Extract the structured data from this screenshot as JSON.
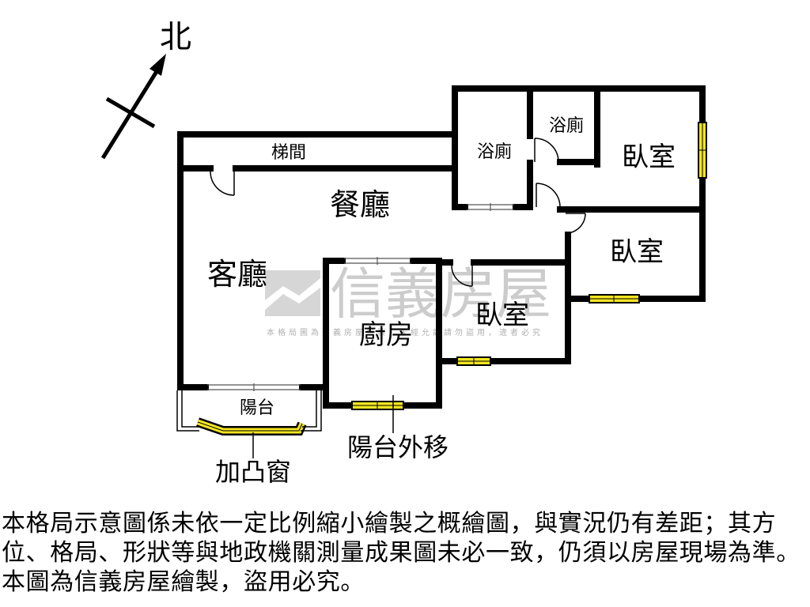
{
  "compass": {
    "north_label": "北"
  },
  "rooms": {
    "stairwell": "梯間",
    "dining": "餐廳",
    "living": "客廳",
    "bathroom_1": "浴廁",
    "bathroom_2": "浴廁",
    "bedroom_1": "臥室",
    "bedroom_2": "臥室",
    "bedroom_3": "臥室",
    "kitchen": "廚房",
    "balcony": "陽台"
  },
  "annotations": {
    "bay_window": "加凸窗",
    "balcony_moved": "陽台外移"
  },
  "watermark": {
    "brand": "信義房屋",
    "notice": "本格局圖為信義房屋繪製，未經允許請勿盜用，違者必究"
  },
  "disclaimer": {
    "lines": [
      "本格局示意圖係未依一定比例縮小繪製之概繪圖，與實況仍有差距；其方",
      "位、格局、形狀等與地政機關測量成果圖未必一致，仍須以房屋現場為準。",
      "本圖為信義房屋繪製，盜用必究。"
    ]
  },
  "colors": {
    "wall": "#000000",
    "window": "#f2e51f",
    "watermark": "#cccccc"
  }
}
